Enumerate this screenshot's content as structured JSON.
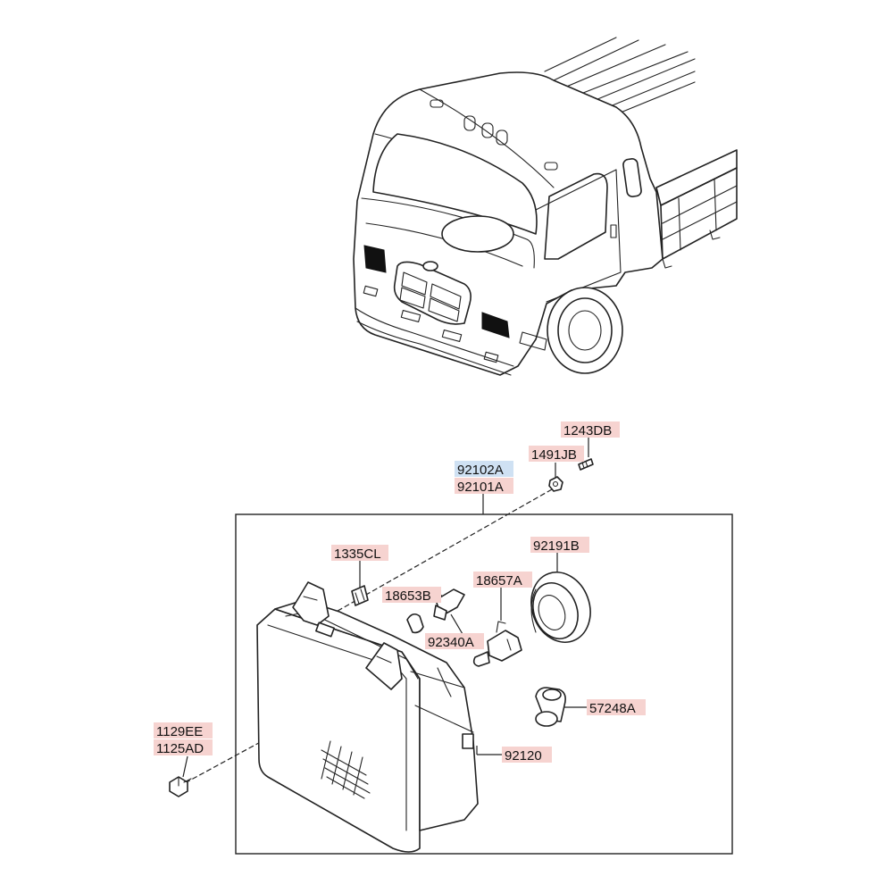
{
  "labels": {
    "p1243DB": "1243DB",
    "p1491JB": "1491JB",
    "p92102A": "92102A",
    "p92101A": "92101A",
    "p1335CL": "1335CL",
    "p92191B": "92191B",
    "p18653B": "18653B",
    "p18657A": "18657A",
    "p92340A": "92340A",
    "p57248A": "57248A",
    "p1129EE": "1129EE",
    "p1125AD": "1125AD",
    "p92120": "92120"
  },
  "colors": {
    "label_red": "#f6d3d0",
    "label_blue": "#cfe1f3",
    "line": "#222222"
  }
}
